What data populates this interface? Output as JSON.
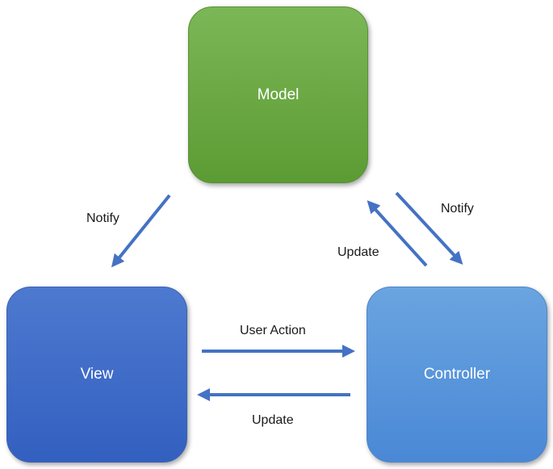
{
  "nodes": {
    "model": "Model",
    "view": "View",
    "controller": "Controller"
  },
  "edges": {
    "model_to_view": "Notify",
    "model_to_controller": "Notify",
    "controller_to_model": "Update",
    "view_to_controller": "User Action",
    "controller_to_view": "Update"
  },
  "colors": {
    "model": "#6aa944",
    "view": "#3f6cc9",
    "controller": "#5a96db",
    "arrow": "#4472c4"
  }
}
